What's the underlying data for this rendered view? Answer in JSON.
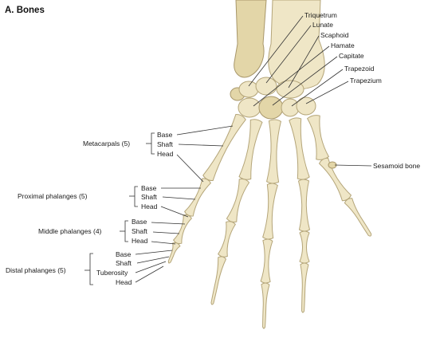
{
  "title": "A. Bones",
  "carpals": {
    "triquetrum": "Triquetrum",
    "lunate": "Lunate",
    "scaphoid": "Scaphoid",
    "hamate": "Hamate",
    "capitate": "Capitate",
    "trapezoid": "Trapezoid",
    "trapezium": "Trapezium"
  },
  "sesamoid": "Sesamoid bone",
  "groups": {
    "metacarpals": {
      "label": "Metacarpals (5)",
      "parts": [
        "Base",
        "Shaft",
        "Head"
      ]
    },
    "proximal": {
      "label": "Proximal phalanges (5)",
      "parts": [
        "Base",
        "Shaft",
        "Head"
      ]
    },
    "middle": {
      "label": "Middle phalanges (4)",
      "parts": [
        "Base",
        "Shaft",
        "Head"
      ]
    },
    "distal": {
      "label": "Distal phalanges (5)",
      "parts": [
        "Base",
        "Shaft",
        "Tuberosity",
        "Head"
      ]
    }
  }
}
